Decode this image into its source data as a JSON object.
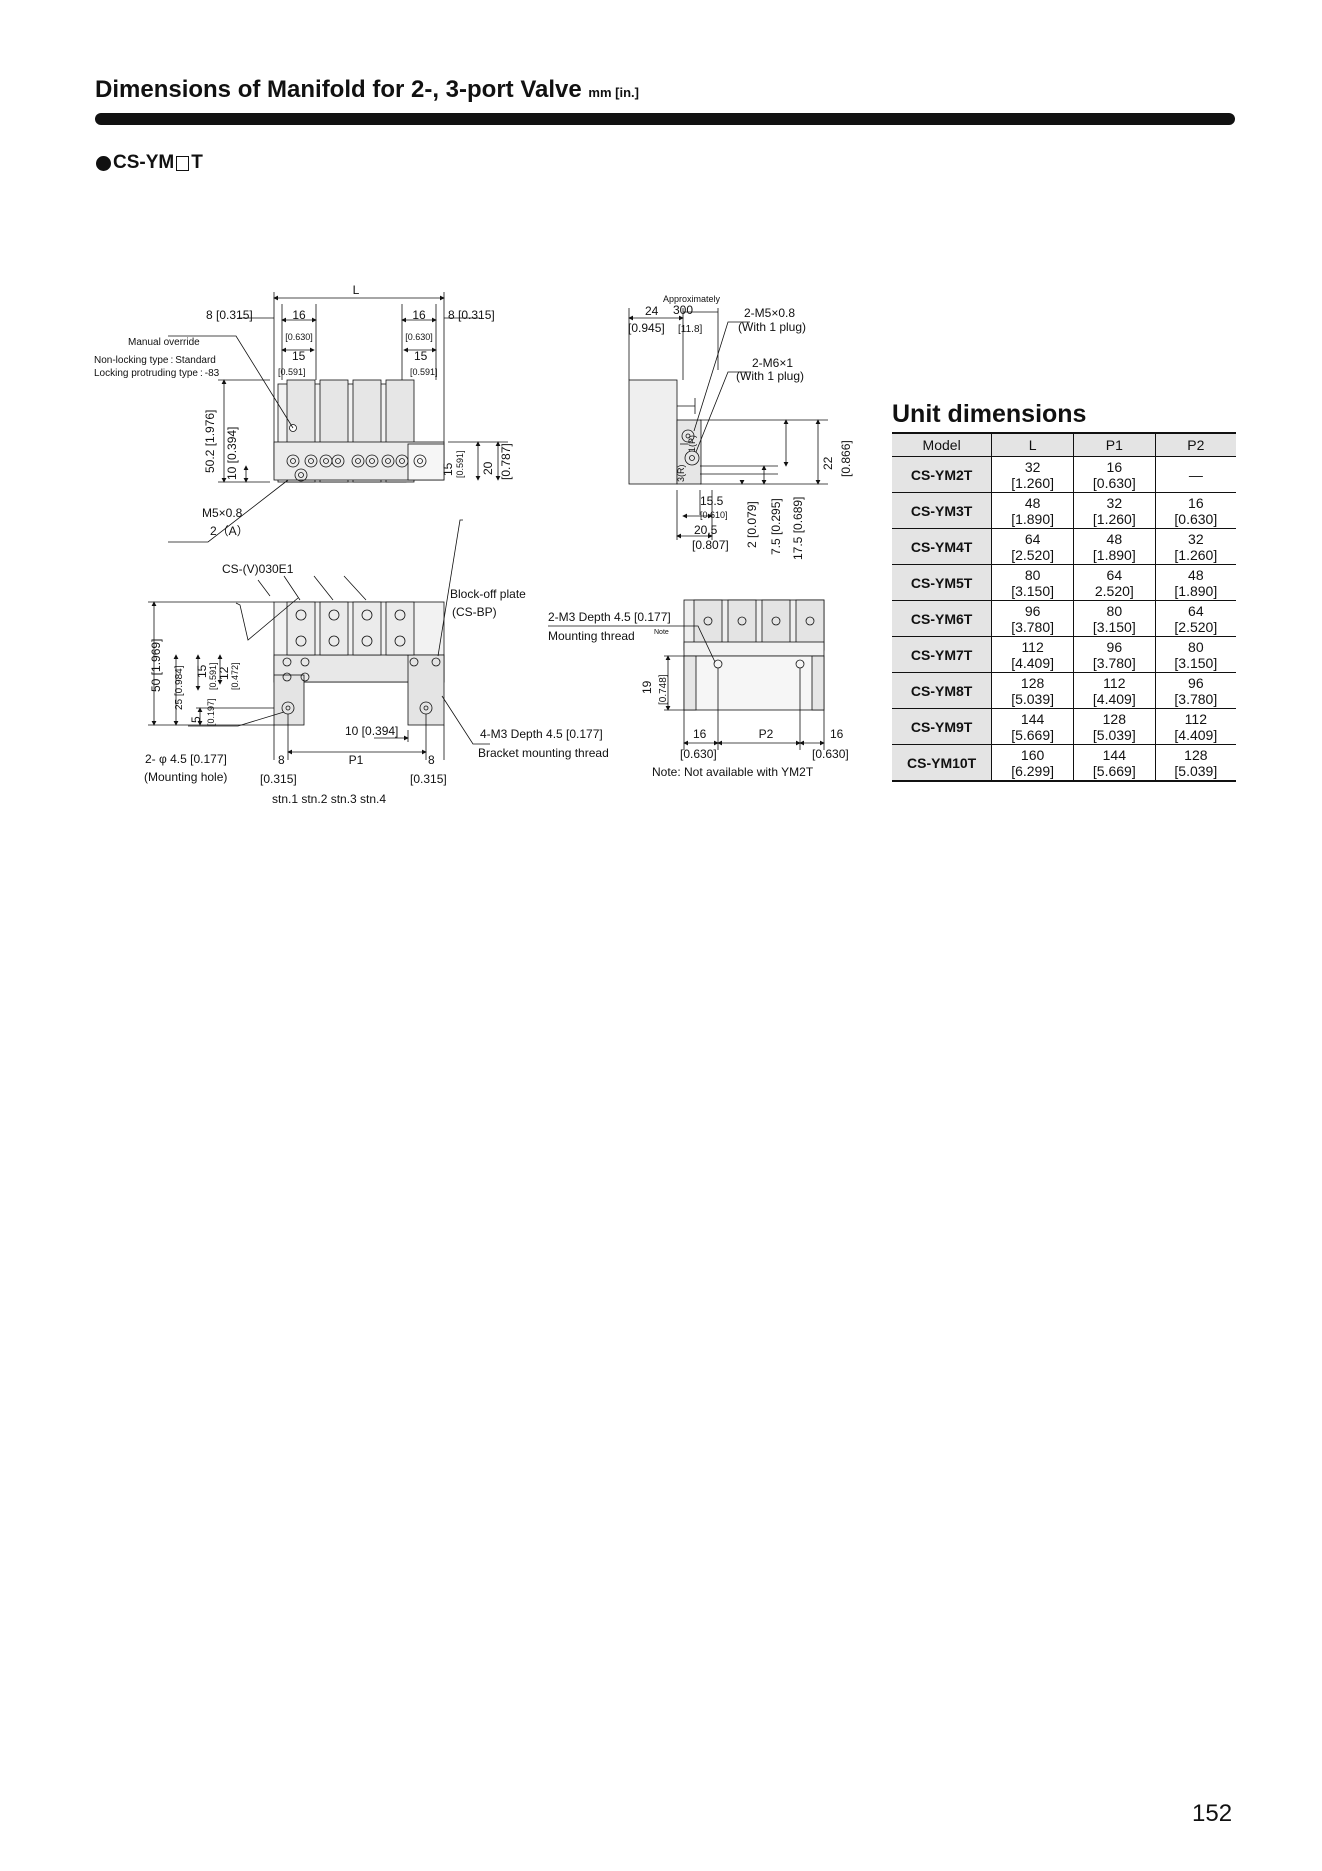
{
  "header": {
    "title": "Dimensions of Manifold for 2-, 3-port Valve",
    "unit": "mm [in.]",
    "model_prefix": "CS-YM",
    "model_suffix": "T"
  },
  "front_view": {
    "L": "L",
    "d8_left": "8 [0.315]",
    "d16_left": "16",
    "d16_left_in": "[0.630]",
    "d16_right": "16",
    "d16_right_in": "[0.630]",
    "d8_right": "8 [0.315]",
    "manual_override": "Manual override",
    "non_locking": "Non-locking type : Standard",
    "locking": "Locking protruding type : -83",
    "d15_left": "15",
    "d15_left_in": "[0.591]",
    "d15_right": "15",
    "d15_right_in": "[0.591]",
    "h50_2": "50.2 [1.976]",
    "h10": "10 [0.394]",
    "h15": "15",
    "h15_in": "[0.591]",
    "h20": "20",
    "h20_in": "[0.787]",
    "m5": "M5×0.8",
    "port_a": "2（A）"
  },
  "side_view": {
    "approx": "Approximately",
    "d300": "300",
    "d24": "24",
    "d24_in": "[0.945]",
    "d11_8": "[11.8]",
    "m5_plug": "2-M5×0.8",
    "m5_plug_note": "(With 1 plug)",
    "m6_plug": "2-M6×1",
    "m6_plug_note": "(With 1 plug)",
    "port_r": "3(R)",
    "port_p": "1(P)",
    "h22": "22",
    "h22_in": "[0.866]",
    "d15_5": "15.5",
    "d15_5_in": "[0.610]",
    "d20_5": "20.5",
    "d20_5_in": "[0.807]",
    "h2": "2 [0.079]",
    "h7_5": "7.5 [0.295]",
    "h17_5": "17.5 [0.689]"
  },
  "top_view": {
    "valve": "CS-(V)030E1",
    "blockoff": "Block-off plate",
    "blockoff_code": "(CS-BP)",
    "h50": "50 [1.969]",
    "h25": "25 [0.984]",
    "h15": "15",
    "h15_in": "[0.591]",
    "h12": "12",
    "h12_in": "[0.472]",
    "h5": "5",
    "h5_in": "[0.197]",
    "d10": "10 [0.394]",
    "mount_hole": "2- φ 4.5 [0.177]",
    "mount_hole_note": "(Mounting hole)",
    "d8a": "8",
    "d8a_in": "[0.315]",
    "p1": "P1",
    "d8b": "8",
    "d8b_in": "[0.315]",
    "m3_bracket": "4-M3 Depth 4.5 [0.177]",
    "m3_bracket_note": "Bracket mounting thread",
    "stations": "stn.1 stn.2 stn.3 stn.4"
  },
  "bottom_view": {
    "m3_mount": "2-M3 Depth 4.5 [0.177]",
    "m3_mount_note": "Mounting thread",
    "note_sup": "Note",
    "h19": "19",
    "h19_in": "[0.748]",
    "d16a": "16",
    "d16a_in": "[0.630]",
    "p2": "P2",
    "d16b": "16",
    "d16b_in": "[0.630]",
    "note": "Note: Not available with YM2T"
  },
  "unit_table": {
    "title": "Unit dimensions",
    "columns": [
      "Model",
      "L",
      "P1",
      "P2"
    ],
    "rows": [
      {
        "model": "CS-YM2T",
        "L": [
          "32",
          "[1.260]"
        ],
        "P1": [
          "16",
          "[0.630]"
        ],
        "P2": [
          "—",
          ""
        ]
      },
      {
        "model": "CS-YM3T",
        "L": [
          "48",
          "[1.890]"
        ],
        "P1": [
          "32",
          "[1.260]"
        ],
        "P2": [
          "16",
          "[0.630]"
        ]
      },
      {
        "model": "CS-YM4T",
        "L": [
          "64",
          "[2.520]"
        ],
        "P1": [
          "48",
          "[1.890]"
        ],
        "P2": [
          "32",
          "[1.260]"
        ]
      },
      {
        "model": "CS-YM5T",
        "L": [
          "80",
          "[3.150]"
        ],
        "P1": [
          "64",
          "2.520]"
        ],
        "P2": [
          "48",
          "[1.890]"
        ]
      },
      {
        "model": "CS-YM6T",
        "L": [
          "96",
          "[3.780]"
        ],
        "P1": [
          "80",
          "[3.150]"
        ],
        "P2": [
          "64",
          "[2.520]"
        ]
      },
      {
        "model": "CS-YM7T",
        "L": [
          "112",
          "[4.409]"
        ],
        "P1": [
          "96",
          "[3.780]"
        ],
        "P2": [
          "80",
          "[3.150]"
        ]
      },
      {
        "model": "CS-YM8T",
        "L": [
          "128",
          "[5.039]"
        ],
        "P1": [
          "112",
          "[4.409]"
        ],
        "P2": [
          "96",
          "[3.780]"
        ]
      },
      {
        "model": "CS-YM9T",
        "L": [
          "144",
          "[5.669]"
        ],
        "P1": [
          "128",
          "[5.039]"
        ],
        "P2": [
          "112",
          "[4.409]"
        ]
      },
      {
        "model": "CS-YM10T",
        "L": [
          "160",
          "[6.299]"
        ],
        "P1": [
          "144",
          "[5.669]"
        ],
        "P2": [
          "128",
          "[5.039]"
        ]
      }
    ]
  },
  "page_number": "152"
}
